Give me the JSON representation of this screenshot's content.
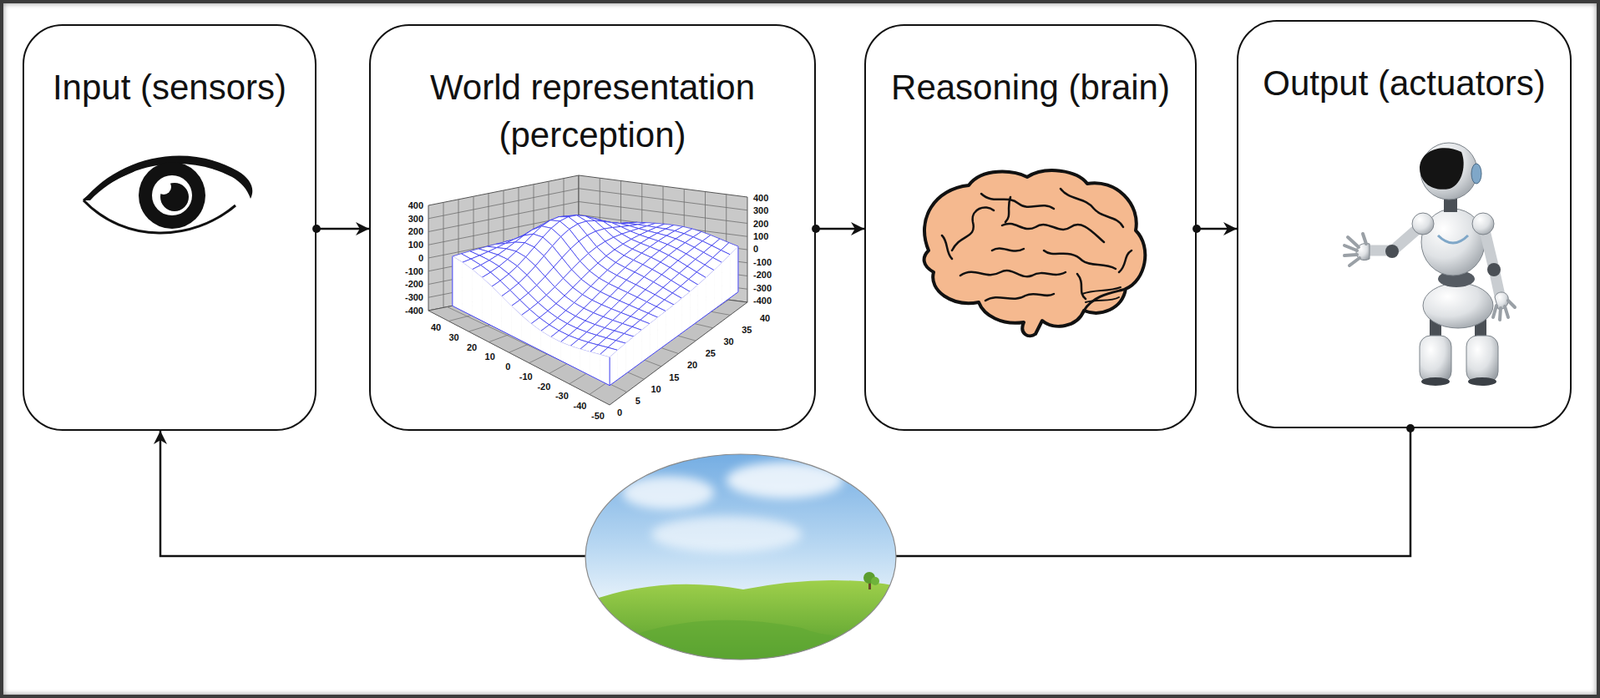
{
  "diagram": {
    "nodes": [
      {
        "text": [
          "Input (sensors)"
        ]
      },
      {
        "text": [
          "World representation (perception)"
        ]
      },
      {
        "text": [
          "Reasoning (brain)"
        ]
      },
      {
        "text": [
          "Output (actuators)"
        ]
      }
    ],
    "edges": [
      {
        "from": 0,
        "to": 1,
        "arrow": "to"
      },
      {
        "from": 1,
        "to": 2,
        "arrow": "to"
      },
      {
        "from": 2,
        "to": 3,
        "arrow": "to"
      },
      {
        "from": 3,
        "to": 0,
        "arrow": "to"
      }
    ],
    "labels": [
      "400",
      "300",
      "200",
      "100",
      "0",
      "-100",
      "-200",
      "-300",
      "-400",
      "400",
      "300",
      "200",
      "100",
      "0",
      "-100",
      "-200",
      "-300",
      "-400",
      "40",
      "30",
      "20",
      "10",
      "0",
      "-10",
      "-20",
      "-30",
      "-40",
      "-50",
      "0",
      "5",
      "10",
      "15",
      "20",
      "25",
      "30",
      "35",
      "40"
    ]
  }
}
